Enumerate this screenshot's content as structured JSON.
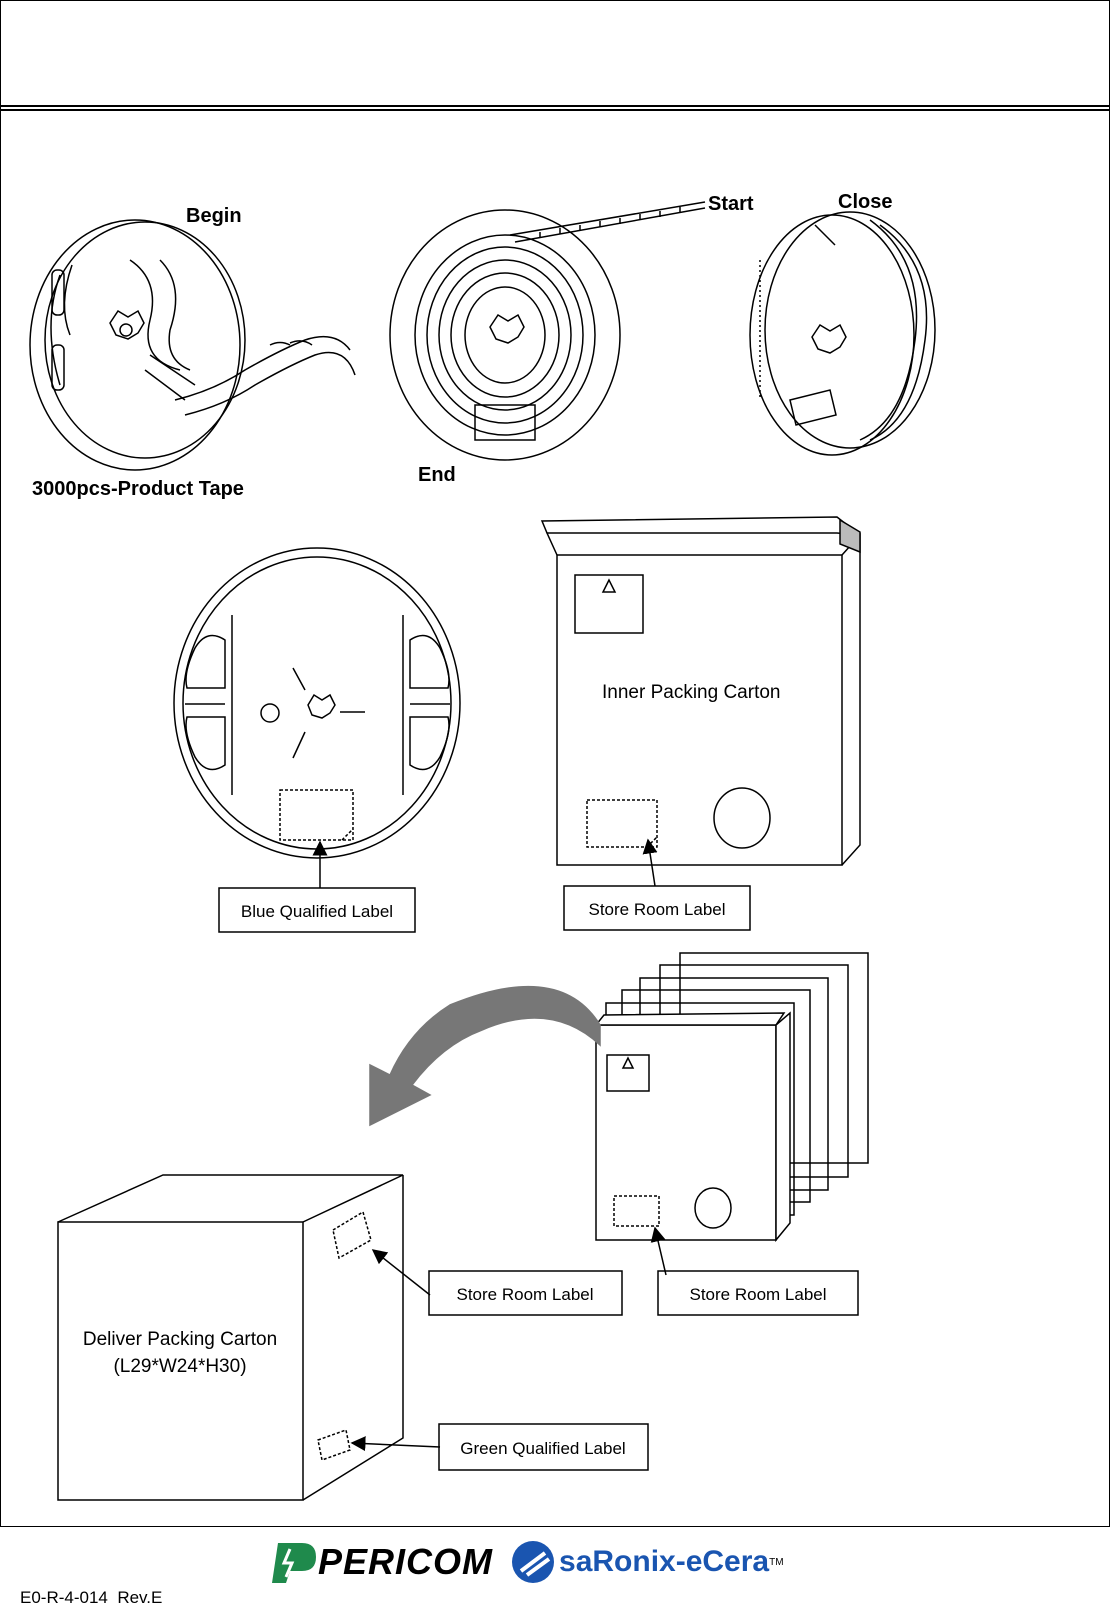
{
  "reel_top": {
    "begin": "Begin",
    "start": "Start",
    "close": "Close",
    "end": "End",
    "product_tape": "3000pcs-Product Tape"
  },
  "labels": {
    "inner_carton": "Inner Packing Carton",
    "blue_qualified": "Blue Qualified Label",
    "store_room_1": "Store Room Label",
    "store_room_2": "Store Room Label",
    "store_room_3": "Store Room Label",
    "deliver_carton_line1": "Deliver Packing Carton",
    "deliver_carton_line2": "(L29*W24*H30)",
    "green_qualified": "Green Qualified Label"
  },
  "footer": {
    "doc_number": "E0-R-4-014  Rev.E",
    "brand1": "PERICOM",
    "brand2": "saRonix-eCera",
    "tm": "TM"
  },
  "colors": {
    "line": "#000000",
    "arrow_fill": "#777777",
    "brand_blue": "#1a55b0"
  }
}
